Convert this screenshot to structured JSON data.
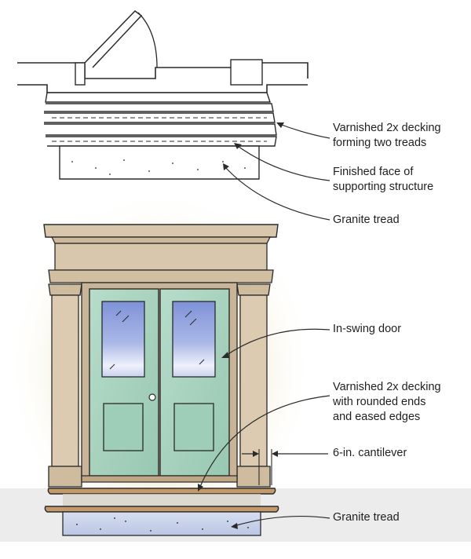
{
  "colors": {
    "ink": "#2a2a2a",
    "glow": "#f1ecd2",
    "trim": "#d8c7ac",
    "trim_shadow": "#c3ad8f",
    "door": "#a9d4c0",
    "door_dark": "#8cc0a6",
    "glass_blue": "#8fa3df",
    "glass_light": "#e9eefb",
    "deck": "#c49a6a",
    "granite": "#c9d3ea",
    "sidewalk": "#dadada"
  },
  "callouts": {
    "decking_top": [
      "Varnished 2x decking",
      "forming two treads"
    ],
    "finished_face": [
      "Finished face of",
      "supporting structure"
    ],
    "granite_top": [
      "Granite tread"
    ],
    "inswing": [
      "In-swing door"
    ],
    "decking_bottom": [
      "Varnished 2x decking",
      "with rounded ends",
      "and eased edges"
    ],
    "cantilever": [
      "6-in. cantilever"
    ],
    "granite_bottom": [
      "Granite tread"
    ]
  }
}
